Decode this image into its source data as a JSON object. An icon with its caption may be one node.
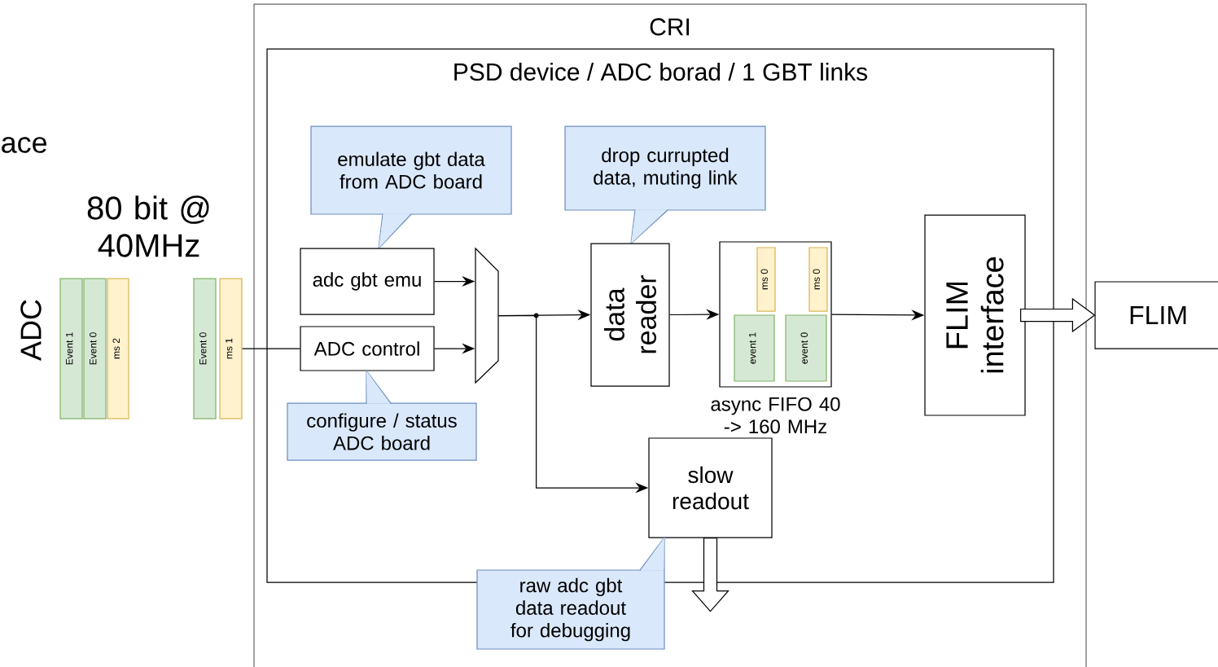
{
  "diagram": {
    "nodes": [
      {
        "text": [
          "CRI"
        ]
      },
      {
        "text": [
          "PSD device / ADC borad / 1 GBT links"
        ],
        "in": 0
      },
      {
        "text": [
          "emulate gbt data from ADC board"
        ],
        "in": 1
      },
      {
        "text": [
          "adc gbt emu"
        ],
        "in": 1
      },
      {
        "text": [
          "ADC control"
        ],
        "in": 1
      },
      {
        "text": [
          "configure / status ADC board"
        ],
        "in": 1
      },
      {
        "text": [],
        "shape": "trapezoid",
        "in": 1
      },
      {
        "text": [
          "drop currupted data, muting link"
        ],
        "in": 1
      },
      {
        "text": [
          "data reader"
        ],
        "in": 1
      },
      {
        "text": [
          "async FIFO 40 -> 160 MHz"
        ],
        "in": 1
      },
      {
        "text": [
          "ms 0"
        ],
        "in": 9
      },
      {
        "text": [
          "ms 0"
        ],
        "in": 9
      },
      {
        "text": [
          "event 1"
        ],
        "in": 9
      },
      {
        "text": [
          "event 0"
        ],
        "in": 9
      },
      {
        "text": [
          "FLIM interface"
        ],
        "in": 1
      },
      {
        "text": [
          "slow readout"
        ],
        "in": 1
      },
      {
        "text": [
          "raw adc gbt data readout for debugging"
        ],
        "in": 0
      },
      {
        "text": [
          "FLIM"
        ]
      },
      {
        "text": [
          "Event 1"
        ]
      },
      {
        "text": [
          "Event 0"
        ]
      },
      {
        "text": [
          "ms 2"
        ]
      },
      {
        "text": [
          "Event 0"
        ]
      },
      {
        "text": [
          "ms 1"
        ]
      }
    ],
    "edges": [
      {
        "from": 22,
        "to": 4,
        "arrow": "none"
      },
      {
        "from": 3,
        "to": 6,
        "arrow": "to"
      },
      {
        "from": 4,
        "to": 6,
        "arrow": "to"
      },
      {
        "from": 6,
        "to": 8,
        "arrow": "to"
      },
      {
        "from": 6,
        "to": 15,
        "arrow": "to"
      },
      {
        "from": 8,
        "to": 9,
        "arrow": "to"
      },
      {
        "from": 9,
        "to": 14,
        "arrow": "to"
      },
      {
        "from": 14,
        "to": 17,
        "arrow": "to",
        "style": "thick"
      },
      {
        "from": 15,
        "to": null,
        "arrow": "to",
        "style": "thick"
      }
    ],
    "labels": [
      "ace",
      "80 bit @ 40MHz",
      "ADC"
    ]
  }
}
